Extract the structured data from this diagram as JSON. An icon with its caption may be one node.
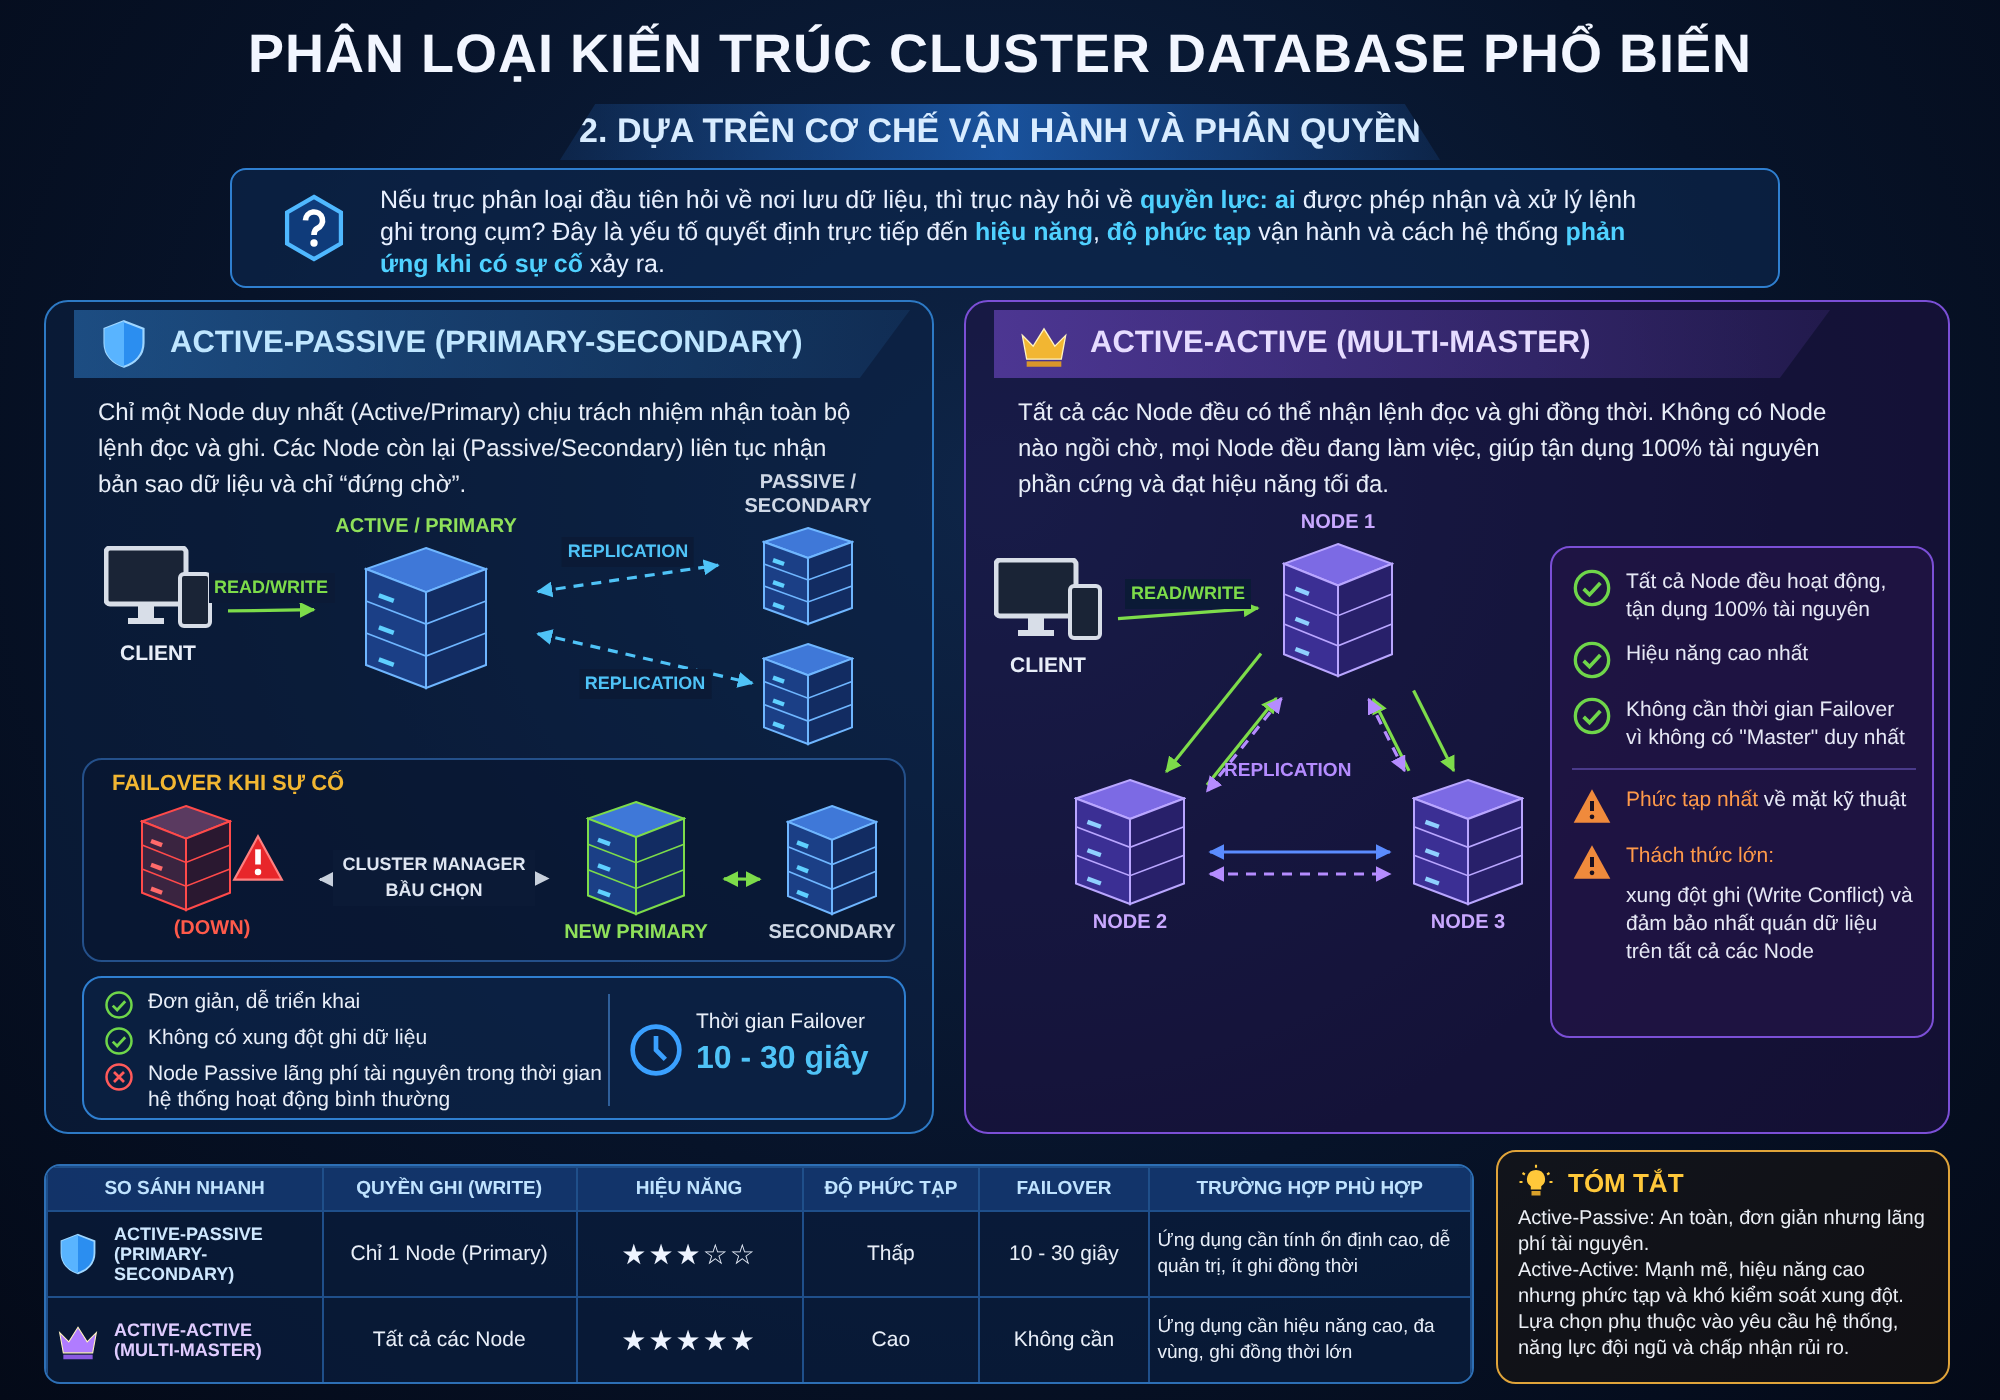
{
  "diagram": {
    "title": "PHÂN LOẠI KIẾN TRÚC CLUSTER DATABASE PHỔ BIẾN",
    "nodes": [
      {
        "text": [
          "Nếu trục phân loại đầu tiên hỏi về nơi lưu dữ liệu, thì trục này hỏi về **quyền lực:** **ai** được phép nhận và xử lý lệnh ghi trong cụm? Đây là yếu tố quyết định trực tiếp đến **hiệu năng**, **độ phức tạp** vận hành và cách hệ thống **phản ứng khi có sự cố** xảy ra."
        ]
      },
      {
        "text": [
          "ACTIVE-PASSIVE (PRIMARY-SECONDARY)",
          "Chỉ một Node duy nhất (Active/Primary) chịu trách nhiệm nhận toàn bộ lệnh đọc và ghi. Các Node còn lại (Passive/Secondary) liên tục nhận bản sao dữ liệu và chỉ “đứng chờ”."
        ]
      },
      {
        "text": [
          "CLIENT"
        ],
        "in": 1
      },
      {
        "text": [
          "ACTIVE / PRIMARY"
        ],
        "in": 1
      },
      {
        "text": [
          "PASSIVE / SECONDARY"
        ],
        "in": 1
      },
      {
        "text": [],
        "shape": "picture",
        "in": 1
      },
      {
        "text": [
          "FAILOVER KHI SỰ CỐ"
        ],
        "in": 1
      },
      {
        "text": [
          "(DOWN)"
        ],
        "in": 6
      },
      {
        "text": [
          "NEW PRIMARY"
        ],
        "in": 6
      },
      {
        "text": [
          "SECONDARY"
        ],
        "in": 6
      },
      {
        "text": [
          "Đơn giản, dễ triển khai",
          "Không có xung đột ghi dữ liệu",
          "Node Passive lãng phí tài nguyên trong thời gian hệ thống hoạt động bình thường",
          "Thời gian Failover",
          "10 - 30 giây"
        ],
        "in": 1
      },
      {
        "text": [
          "ACTIVE-ACTIVE (MULTI-MASTER)",
          "Tất cả các Node đều có thể nhận lệnh đọc và ghi đồng thời. Không có Node nào ngồi chờ, mọi Node đều đang làm việc, giúp tận dụng 100% tài nguyên phần cứng và đạt hiệu năng tối đa."
        ]
      },
      {
        "text": [
          "CLIENT"
        ],
        "in": 11
      },
      {
        "text": [
          "NODE 1"
        ],
        "in": 11
      },
      {
        "text": [
          "NODE 2"
        ],
        "in": 11
      },
      {
        "text": [
          "NODE 3"
        ],
        "in": 11
      },
      {
        "text": [
          "Tất cả Node đều hoạt động, tận dụng 100% tài nguyên",
          "Hiệu năng cao nhất",
          "Không cần thời gian Failover vì không có \"Master\" duy nhất",
          "**Phức tạp nhất** về mặt kỹ thuật",
          "Thách thức lớn:",
          "xung đột ghi (Write Conflict) và đảm bảo nhất quán dữ liệu trên tất cả các Node"
        ],
        "in": 11
      },
      {
        "text": [
          "TÓM TẮT",
          "Active-Passive: An toàn, đơn giản nhưng lãng phí tài nguyên.",
          "Active-Active: Mạnh mẽ, hiệu năng cao nhưng phức tạp và khó kiểm soát xung đột.",
          "Lựa chọn phụ thuộc vào yêu cầu hệ thống, năng lực đội ngũ và chấp nhận rủi ro."
        ]
      }
    ],
    "edges": [
      {
        "from": 2,
        "to": 3,
        "arrow": "to",
        "label": "READ/WRITE",
        "color": "#7ddc4a"
      },
      {
        "from": 3,
        "to": 4,
        "arrow": "both",
        "label": "REPLICATION",
        "style": "dashed",
        "color": "#4fc3f7"
      },
      {
        "from": 3,
        "to": 5,
        "arrow": "both",
        "label": "REPLICATION",
        "style": "dashed",
        "color": "#4fc3f7"
      },
      {
        "from": 7,
        "to": 8,
        "arrow": "both",
        "label": "CLUSTER MANAGER BẦU CHỌN",
        "style": "dashed",
        "color": "#c8d0dc"
      },
      {
        "from": 8,
        "to": 9,
        "arrow": "both",
        "color": "#7ddc4a"
      },
      {
        "from": 12,
        "to": 13,
        "arrow": "to",
        "label": "READ/WRITE",
        "color": "#7ddc4a"
      },
      {
        "from": 13,
        "to": 14,
        "arrow": "to",
        "color": "#7ddc4a"
      },
      {
        "from": 14,
        "to": 13,
        "arrow": "to",
        "color": "#7ddc4a"
      },
      {
        "from": 13,
        "to": 14,
        "arrow": "both",
        "style": "dashed",
        "color": "#b58cff"
      },
      {
        "from": 13,
        "to": 15,
        "arrow": "to",
        "color": "#7ddc4a"
      },
      {
        "from": 15,
        "to": 13,
        "arrow": "to",
        "color": "#7ddc4a"
      },
      {
        "from": 13,
        "to": 15,
        "arrow": "both",
        "style": "dashed",
        "color": "#b58cff"
      },
      {
        "from": 14,
        "to": 15,
        "arrow": "both",
        "color": "#5b8cff"
      },
      {
        "from": 14,
        "to": 15,
        "arrow": "both",
        "style": "dashed",
        "color": "#b58cff"
      }
    ],
    "labels": [
      "2. DỰA TRÊN CƠ CHẾ VẬN HÀNH VÀ PHÂN QUYỀN",
      "REPLICATION",
      "SO SÁNH NHANH",
      "QUYỀN GHI (WRITE)",
      "HIỆU NĂNG",
      "ĐỘ PHỨC TẠP",
      "FAILOVER",
      "TRƯỜNG HỢP PHÙ HỢP",
      "ACTIVE-PASSIVE (PRIMARY-SECONDARY)",
      "Chỉ 1 Node (Primary)",
      "★★★☆☆",
      "Thấp",
      "10 - 30 giây",
      "Ứng dụng cần tính ổn định cao, dễ quản trị, ít ghi đồng thời",
      "ACTIVE-ACTIVE (MULTI-MASTER)",
      "Tất cả các Node",
      "★★★★★",
      "Cao",
      "Không cần",
      "Ứng dụng cần hiệu năng cao, đa vùng, ghi đồng thời lớn"
    ]
  }
}
